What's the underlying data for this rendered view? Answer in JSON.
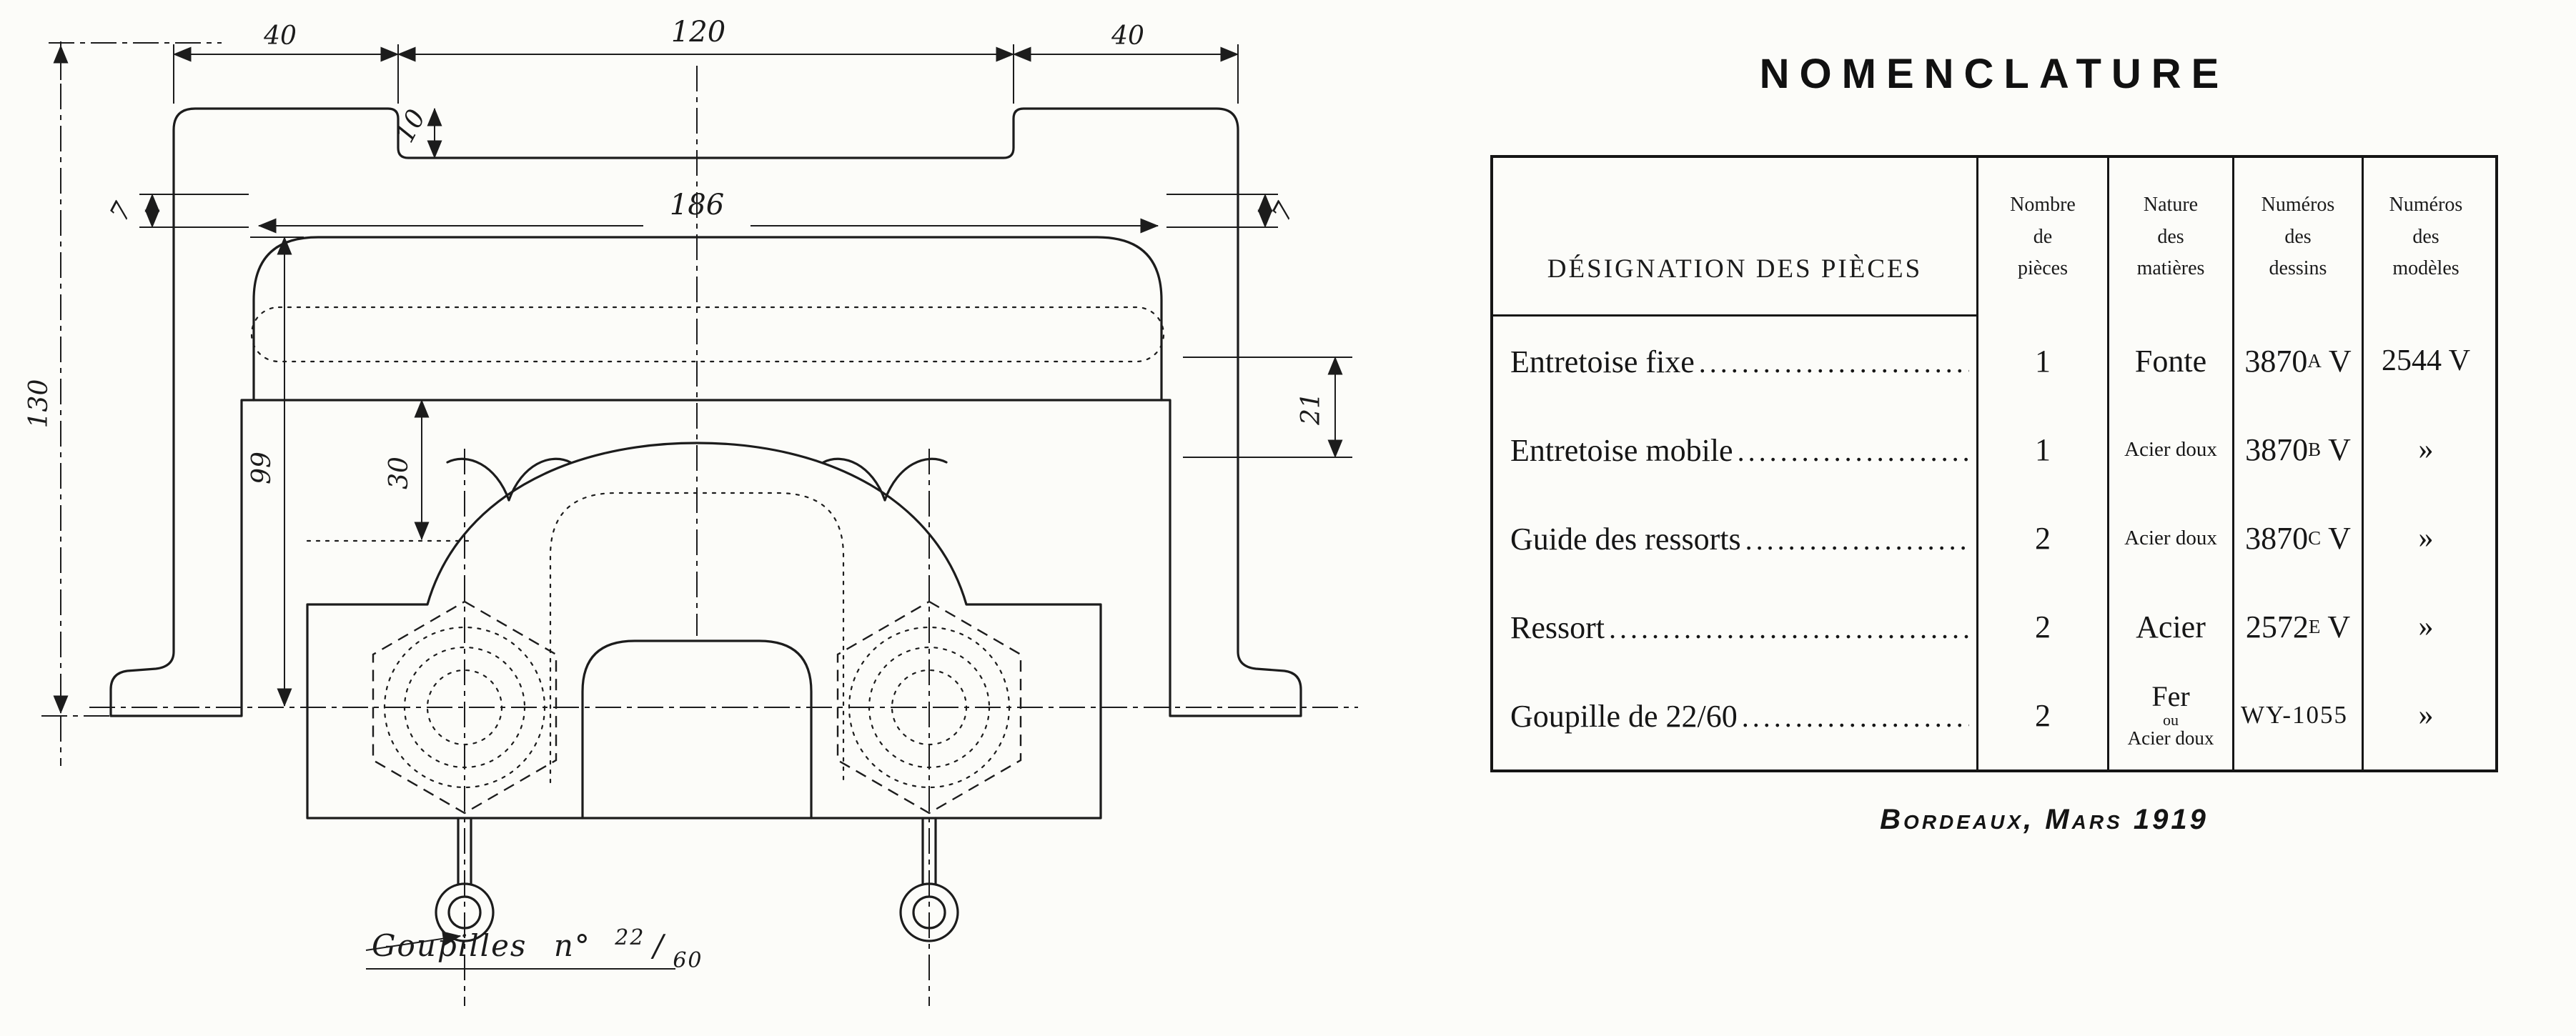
{
  "drawing": {
    "dim_40_left": "40",
    "dim_120": "120",
    "dim_40_right": "40",
    "dim_10": "10",
    "dim_186": "186",
    "dim_7_left": "7",
    "dim_7_right": "7",
    "dim_130": "130",
    "dim_99": "99",
    "dim_30": "30",
    "dim_21": "21",
    "goupilles_label": "Goupilles",
    "goupilles_no": "n°",
    "goupilles_num": "22",
    "goupilles_slash": "/",
    "goupilles_den": "60"
  },
  "nomenclature": {
    "title": "NOMENCLATURE",
    "headers": {
      "designation": "DÉSIGNATION DES PIÈCES",
      "nombre": [
        "Nombre",
        "de",
        "pièces"
      ],
      "nature": [
        "Nature",
        "des",
        "matières"
      ],
      "dessins": [
        "Numéros",
        "des",
        "dessins"
      ],
      "modeles": [
        "Numéros",
        "des",
        "modèles"
      ]
    },
    "leader_dots": "................................................",
    "rows": [
      {
        "designation": "Entretoise fixe",
        "nombre": "1",
        "nature": [
          "Fonte"
        ],
        "dessin": {
          "base": "3870",
          "sup": "A",
          "suffix": "V"
        },
        "modele": "2544 V"
      },
      {
        "designation": "Entretoise mobile",
        "nombre": "1",
        "nature": [
          "Acier doux"
        ],
        "dessin": {
          "base": "3870",
          "sup": "B",
          "suffix": "V"
        },
        "modele": "»"
      },
      {
        "designation": "Guide des ressorts",
        "nombre": "2",
        "nature": [
          "Acier doux"
        ],
        "dessin": {
          "base": "3870",
          "sup": "C",
          "suffix": "V"
        },
        "modele": "»"
      },
      {
        "designation": "Ressort",
        "nombre": "2",
        "nature": [
          "Acier"
        ],
        "dessin": {
          "base": "2572",
          "sup": "E",
          "suffix": "V"
        },
        "modele": "»"
      },
      {
        "designation": "Goupille de 22/60",
        "nombre": "2",
        "nature": [
          "Fer",
          "ou",
          "Acier doux"
        ],
        "dessin": {
          "base": "WY-1055",
          "sup": "",
          "suffix": ""
        },
        "modele": "»"
      }
    ],
    "footer": "Bordeaux, Mars 1919"
  }
}
